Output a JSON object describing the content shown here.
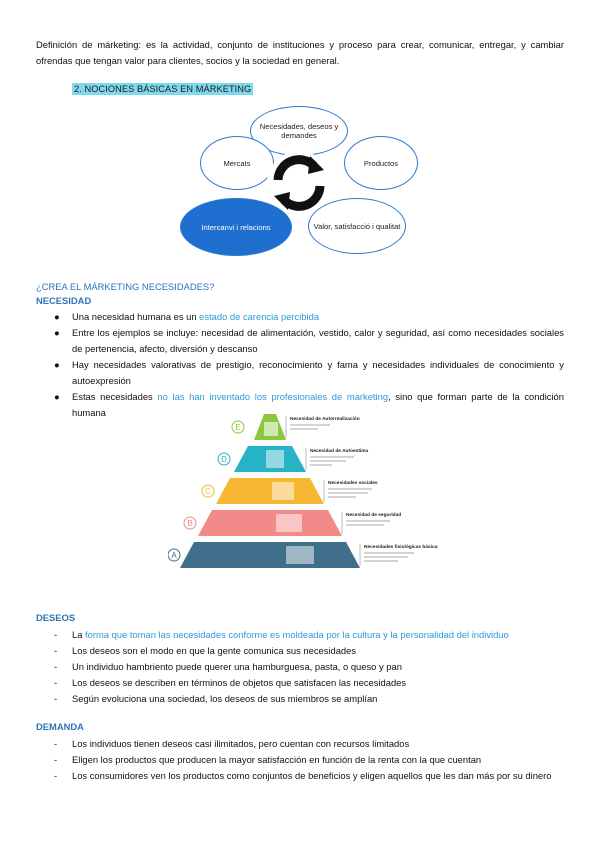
{
  "intro": {
    "definition": "Definición de márketing: es la actividad, conjunto de instituciones y proceso para crear, comunicar, entregar, y cambiar ofrendas que tengan valor para clientes, socios y la sociedad en general."
  },
  "section2": {
    "heading": "2. NOCIONES BÁSICAS EN MÁRKETING",
    "cycle": {
      "items": [
        "Necesidades, deseos y demandes",
        "Productos",
        "Valor, satisfacció i qualitat",
        "Intercanvi i relacions",
        "Mercats"
      ]
    }
  },
  "question": "¿CREA EL MÁRKETING NECESIDADES?",
  "necesidad": {
    "title": "NECESIDAD",
    "bullets": [
      {
        "pre": "Una necesidad humana es un ",
        "hl": "estado de carencia percibida",
        "post": ""
      },
      {
        "pre": "Entre los ejemplos se incluye: necesidad de alimentación, vestido, calor y seguridad, así como necesidades sociales de pertenencia, afecto, diversión y descanso",
        "hl": "",
        "post": ""
      },
      {
        "pre": "Hay necesidades valorativas de prestigio, reconocimiento y fama y necesidades individuales de conocimiento y autoexpresión",
        "hl": "",
        "post": ""
      },
      {
        "pre": "Estas necesidades ",
        "hl": "no las han inventado los profesionales de marketing",
        "post": ", sino que forman parte de la condición humana"
      }
    ]
  },
  "pyramid": {
    "levels": [
      {
        "letter": "E",
        "label": "Necesidad de Autorrealización",
        "color": "#8dc63f"
      },
      {
        "letter": "D",
        "label": "Necesidad de Autoestima",
        "color": "#27b3c4"
      },
      {
        "letter": "C",
        "label": "Necesidades sociales",
        "color": "#f7b733"
      },
      {
        "letter": "B",
        "label": "Necesidad de seguridad",
        "color": "#f28a8a"
      },
      {
        "letter": "A",
        "label": "Necesidades fisiológicas básicas",
        "color": "#3f6f8a"
      }
    ]
  },
  "deseos": {
    "title": "DESEOS",
    "items": [
      {
        "pre": "La ",
        "hl": "forma que toman las necesidades conforme es moldeada por la cultura y la personalidad del individuo",
        "post": ""
      },
      {
        "pre": "Los deseos son el modo en que la gente comunica sus necesidades",
        "hl": "",
        "post": ""
      },
      {
        "pre": "Un individuo hambriento puede querer una hamburguesa, pasta, o queso y pan",
        "hl": "",
        "post": ""
      },
      {
        "pre": "Los deseos se describen en términos de objetos que satisfacen las necesidades",
        "hl": "",
        "post": ""
      },
      {
        "pre": "Según evoluciona una sociedad, los deseos de sus miembros se amplían",
        "hl": "",
        "post": ""
      }
    ]
  },
  "demanda": {
    "title": "DEMANDA",
    "items": [
      "Los individuos tienen deseos casi ilimitados, pero cuentan con recursos limitados",
      "Eligen los productos que producen la mayor satisfacción en función de la renta con la que cuentan",
      "Los consumidores ven los productos como conjuntos de beneficios y eligen aquellos que les dan más por su dinero"
    ]
  },
  "colors": {
    "accent": "#2e74b5",
    "highlight": "#7fd9ee",
    "link_blue": "#2e9bd6"
  }
}
